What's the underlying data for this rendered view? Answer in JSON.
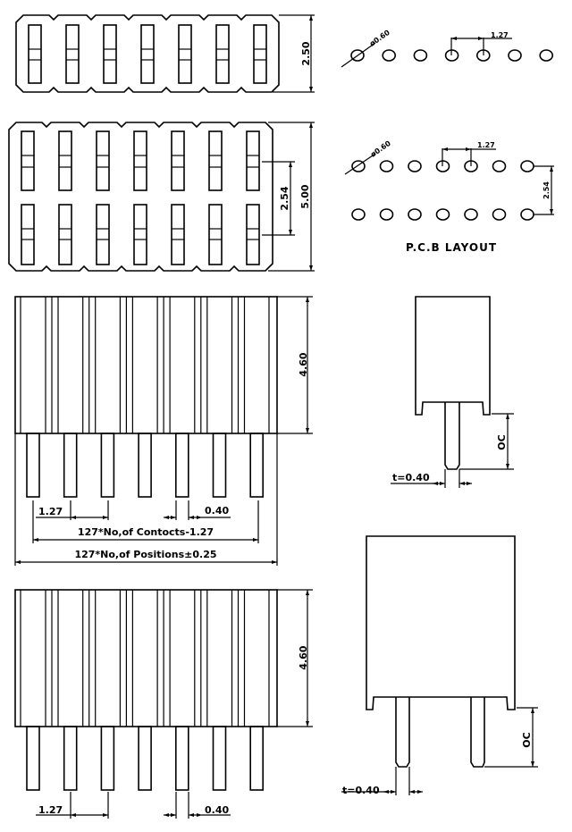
{
  "drawing": {
    "positions": 7,
    "top_view_single": {
      "height_label": "2.50"
    },
    "top_view_double": {
      "row_pitch_label": "2.54",
      "height_label": "5.00"
    },
    "pcb_layout": {
      "title": "P.C.B  LAYOUT",
      "hole_dia_label_1": "ø0.60",
      "pitch_label_1": "1.27",
      "hole_dia_label_2": "ø0.60",
      "pitch_label_2": "1.27",
      "row_pitch_label": "2.54"
    },
    "front_view_1": {
      "height_label": "4.60",
      "pitch_label": "1.27",
      "pin_width_label": "0.40",
      "contacts_formula": "127*No,of  Contocts-1.27",
      "positions_formula": "127*No,of  Positions±0.25"
    },
    "side_view_1": {
      "tail_label": "OC",
      "thickness_label": "t=0.40"
    },
    "front_view_2": {
      "height_label": "4.60",
      "pitch_label": "1.27",
      "pin_width_label": "0.40"
    },
    "side_view_2": {
      "tail_label": "OC",
      "thickness_label": "t=0.40"
    }
  }
}
